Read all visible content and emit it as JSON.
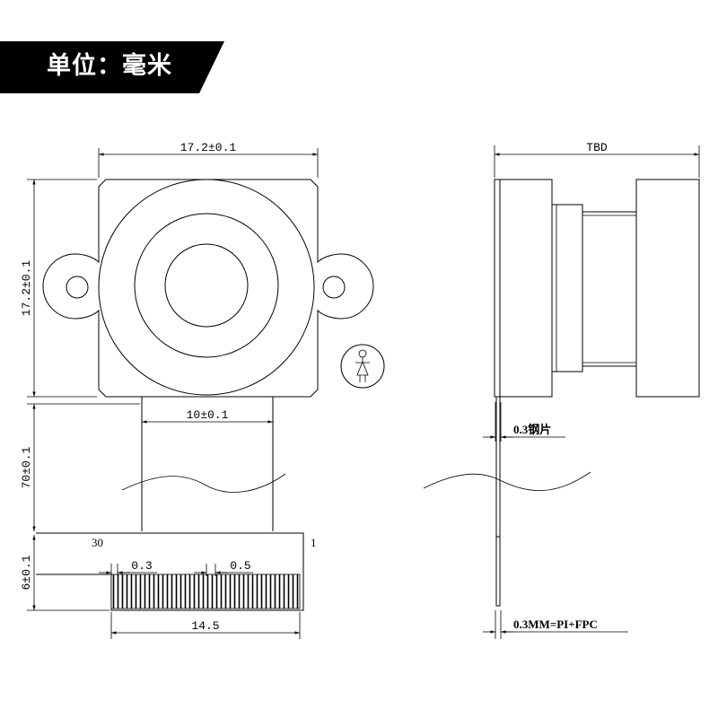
{
  "header": {
    "title": "单位：毫米"
  },
  "front_view": {
    "width_dim": "17.2±0.1",
    "height_dim": "17.2±0.1",
    "fpc_width_dim": "10±0.1",
    "fpc_length_dim": "70±0.1",
    "connector_height_dim": "6±0.1",
    "pin_left_label": "30",
    "pin_right_label": "1",
    "pitch_a": "0.3",
    "pitch_b": "0.5",
    "connector_width_dim": "14.5"
  },
  "side_view": {
    "length_dim": "TBD",
    "steel_label": "0.3钢片",
    "fpc_label": "0.3MM=PI+FPC"
  },
  "icons": [
    "female-symbol-icon"
  ]
}
